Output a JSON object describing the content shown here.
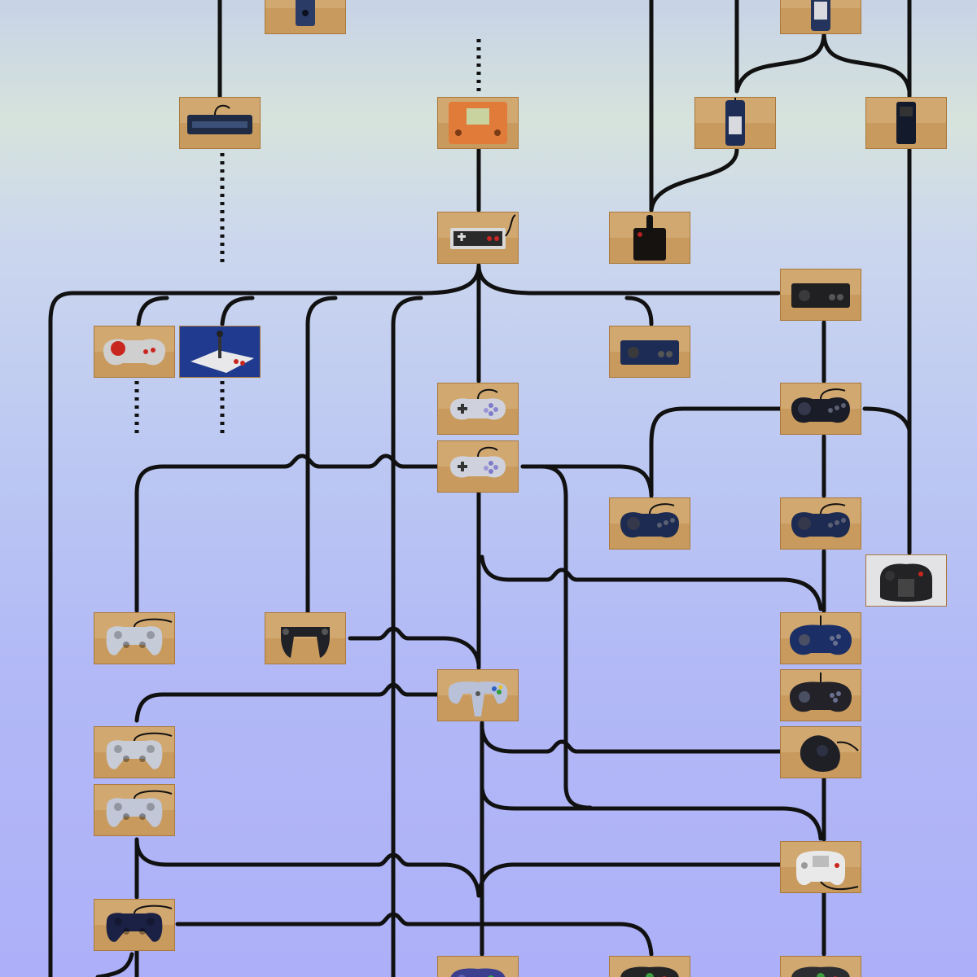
{
  "title": "",
  "nodes": [
    {
      "id": "atari-paddle-top",
      "kind": "paddle",
      "color": "#2a3b66"
    },
    {
      "id": "intellivision-top",
      "kind": "keypad",
      "color": "#24345c"
    },
    {
      "id": "magnavox-keyboard",
      "kind": "keyboard",
      "color": "#1f2a44"
    },
    {
      "id": "handheld-orange",
      "kind": "handheld",
      "color": "#e17b3a"
    },
    {
      "id": "colecovision-pad",
      "kind": "keypad",
      "color": "#1e2d55"
    },
    {
      "id": "intellivision-pad",
      "kind": "stick-pad",
      "color": "#121a2b"
    },
    {
      "id": "nes-pad",
      "kind": "nes",
      "color": "#d8d8d8"
    },
    {
      "id": "atari-2600-joystick",
      "kind": "joystick",
      "color": "#15120f"
    },
    {
      "id": "sega-master-pad",
      "kind": "sms",
      "color": "#202022"
    },
    {
      "id": "nes-advantage-max",
      "kind": "max",
      "color": "#d0cfcf"
    },
    {
      "id": "nes-arcade-stick",
      "kind": "arcade",
      "color": "#e8e8ea"
    },
    {
      "id": "atari-7800-pad",
      "kind": "sms",
      "color": "#1c2c55"
    },
    {
      "id": "snes-pad-jp",
      "kind": "snes",
      "color": "#cfd2dc"
    },
    {
      "id": "snes-pad-us",
      "kind": "snes",
      "color": "#cfd2dc"
    },
    {
      "id": "genesis-3btn",
      "kind": "genesis",
      "color": "#1a1c28"
    },
    {
      "id": "turbografx-pad",
      "kind": "genesis",
      "color": "#1d2b52"
    },
    {
      "id": "genesis-6btn",
      "kind": "genesis",
      "color": "#1d2b52"
    },
    {
      "id": "jaguar-pad",
      "kind": "jaguar",
      "color": "#232325"
    },
    {
      "id": "playstation-pad",
      "kind": "ps",
      "color": "#c6cbd8"
    },
    {
      "id": "virtual-boy-pad",
      "kind": "vb",
      "color": "#1f2126"
    },
    {
      "id": "saturn-pad",
      "kind": "saturn",
      "color": "#1b2f66"
    },
    {
      "id": "n64-pad",
      "kind": "n64",
      "color": "#b9c1d8"
    },
    {
      "id": "saturn-3d-pad",
      "kind": "saturn",
      "color": "#222228"
    },
    {
      "id": "dualshock",
      "kind": "ps",
      "color": "#c8ccd6"
    },
    {
      "id": "dualshock-2",
      "kind": "ps",
      "color": "#c1c7d6"
    },
    {
      "id": "dreamcast-pad",
      "kind": "dreamcast",
      "color": "#e9e9e9"
    },
    {
      "id": "dualshock-black",
      "kind": "ps",
      "color": "#1b2144"
    },
    {
      "id": "gamecube-pad",
      "kind": "gc",
      "color": "#3b3f8e"
    },
    {
      "id": "xbox-pad",
      "kind": "xbox",
      "color": "#222426"
    },
    {
      "id": "xbox-s-pad",
      "kind": "xbox",
      "color": "#2c2d30"
    },
    {
      "id": "sega-mouse-pad",
      "kind": "mouse",
      "color": "#1f2026"
    }
  ],
  "colors": {
    "connector": "#111111",
    "tile": "#c89a5e",
    "tile_edge": "#a9783c"
  }
}
